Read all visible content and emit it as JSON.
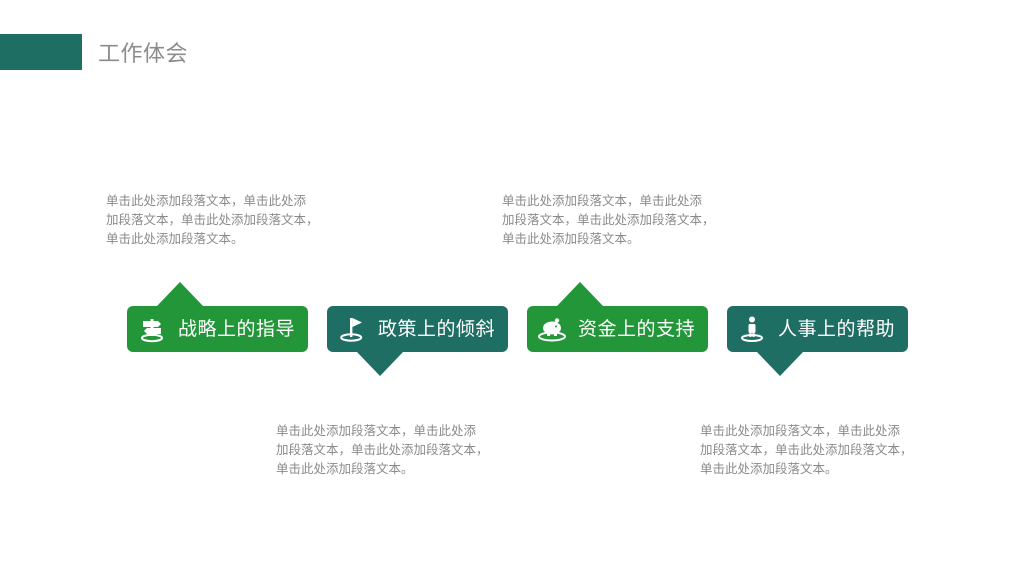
{
  "header": {
    "title": "工作体会",
    "accent_color": "#1f6e64"
  },
  "colors": {
    "green": "#24963a",
    "teal": "#1f6e64",
    "text_gray": "#8a8a8a",
    "title_gray": "#8c8c8c"
  },
  "cards": [
    {
      "label": "战略上的指导",
      "icon": "signpost-icon",
      "color": "green"
    },
    {
      "label": "政策上的倾斜",
      "icon": "flag-icon",
      "color": "teal"
    },
    {
      "label": "资金上的支持",
      "icon": "piggy-bank-icon",
      "color": "green"
    },
    {
      "label": "人事上的帮助",
      "icon": "person-icon",
      "color": "teal"
    }
  ],
  "descriptions": [
    "单击此处添加段落文本，单击此处添\n加段落文本，单击此处添加段落文本，\n单击此处添加段落文本。",
    "单击此处添加段落文本，单击此处添\n加段落文本，单击此处添加段落文本，\n单击此处添加段落文本。",
    "单击此处添加段落文本，单击此处添\n加段落文本，单击此处添加段落文本，\n单击此处添加段落文本。",
    "单击此处添加段落文本，单击此处添\n加段落文本，单击此处添加段落文本，\n单击此处添加段落文本。"
  ]
}
